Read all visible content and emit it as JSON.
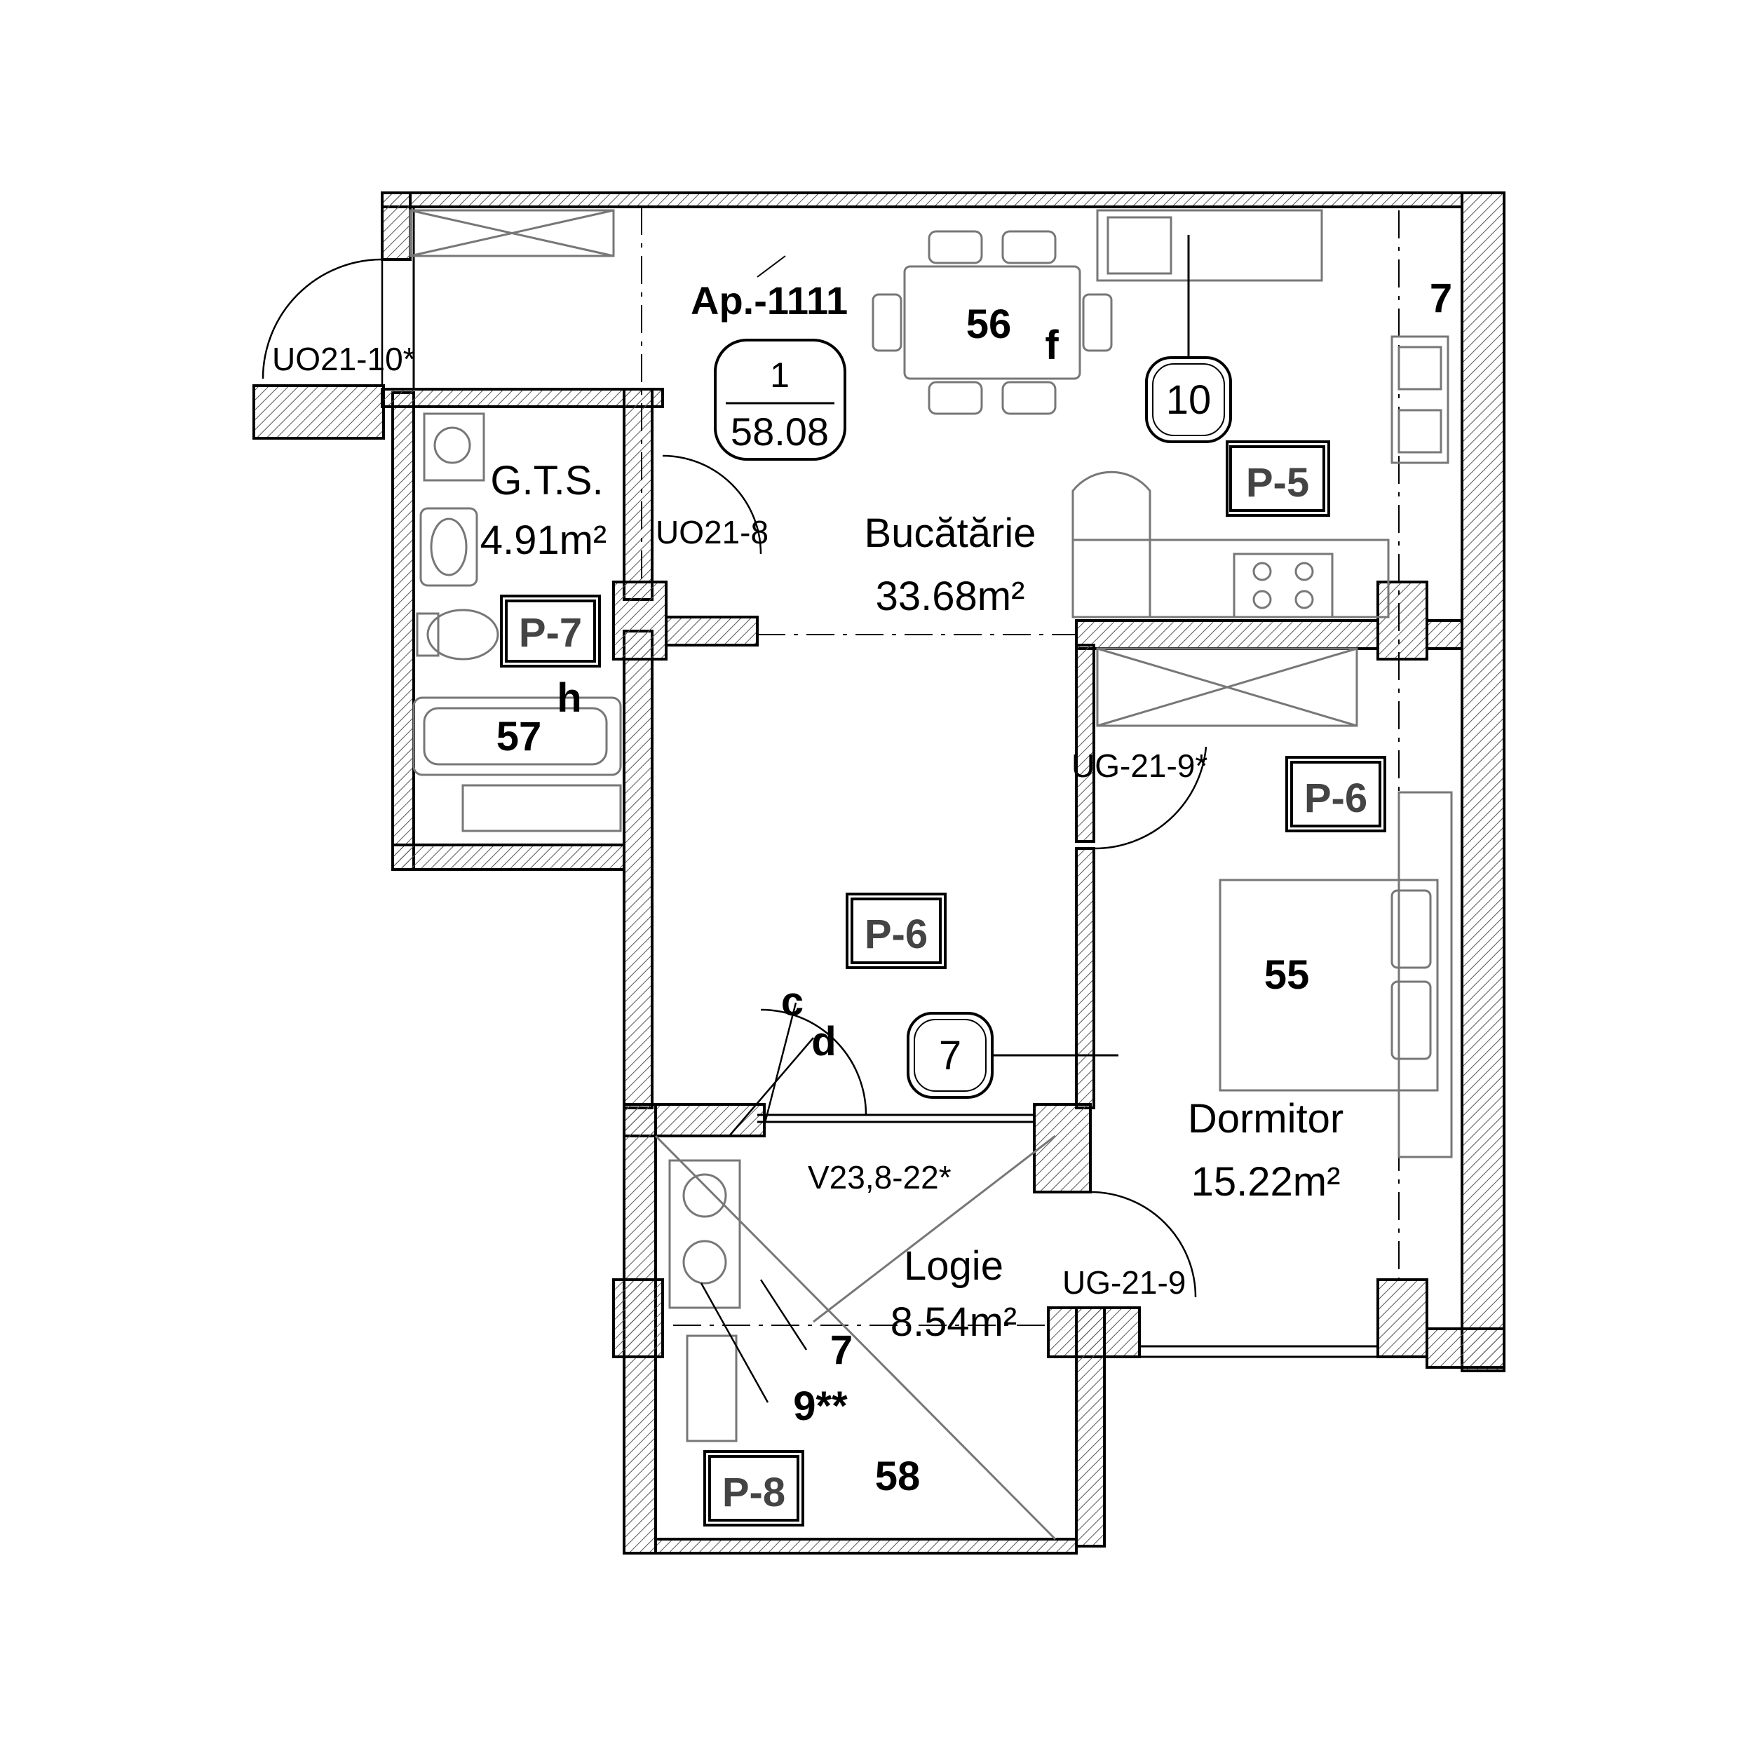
{
  "apartment": {
    "label": "Ap.-1111",
    "room_count": "1",
    "total_area": "58.08"
  },
  "rooms": [
    {
      "key": "kitchen",
      "name": "Bucătărie",
      "area": "33.68m²",
      "number": "56"
    },
    {
      "key": "bathroom",
      "name": "G.T.S.",
      "area": "4.91m²",
      "number": "57"
    },
    {
      "key": "bedroom",
      "name": "Dormitor",
      "area": "15.22m²",
      "number": "55"
    },
    {
      "key": "loggia",
      "name": "Logie",
      "area": "8.54m²",
      "number": "58"
    }
  ],
  "floor_tags": [
    "P-5",
    "P-6",
    "P-7",
    "P-6",
    "P-8"
  ],
  "door_labels": [
    "UO21-10*",
    "UO21-8",
    "UG-21-9*",
    "UG-21-9",
    "V23,8-22*"
  ],
  "callouts": {
    "circle_10": "10",
    "circle_7": "7",
    "letter_f": "f",
    "letter_h": "h",
    "letter_c": "c",
    "letter_d": "d",
    "num_7_top": "7",
    "num_7_loggia": "7",
    "num_9": "9**"
  },
  "colors": {
    "wall": "#000000",
    "hatch": "#555555",
    "fixture": "#777777"
  }
}
